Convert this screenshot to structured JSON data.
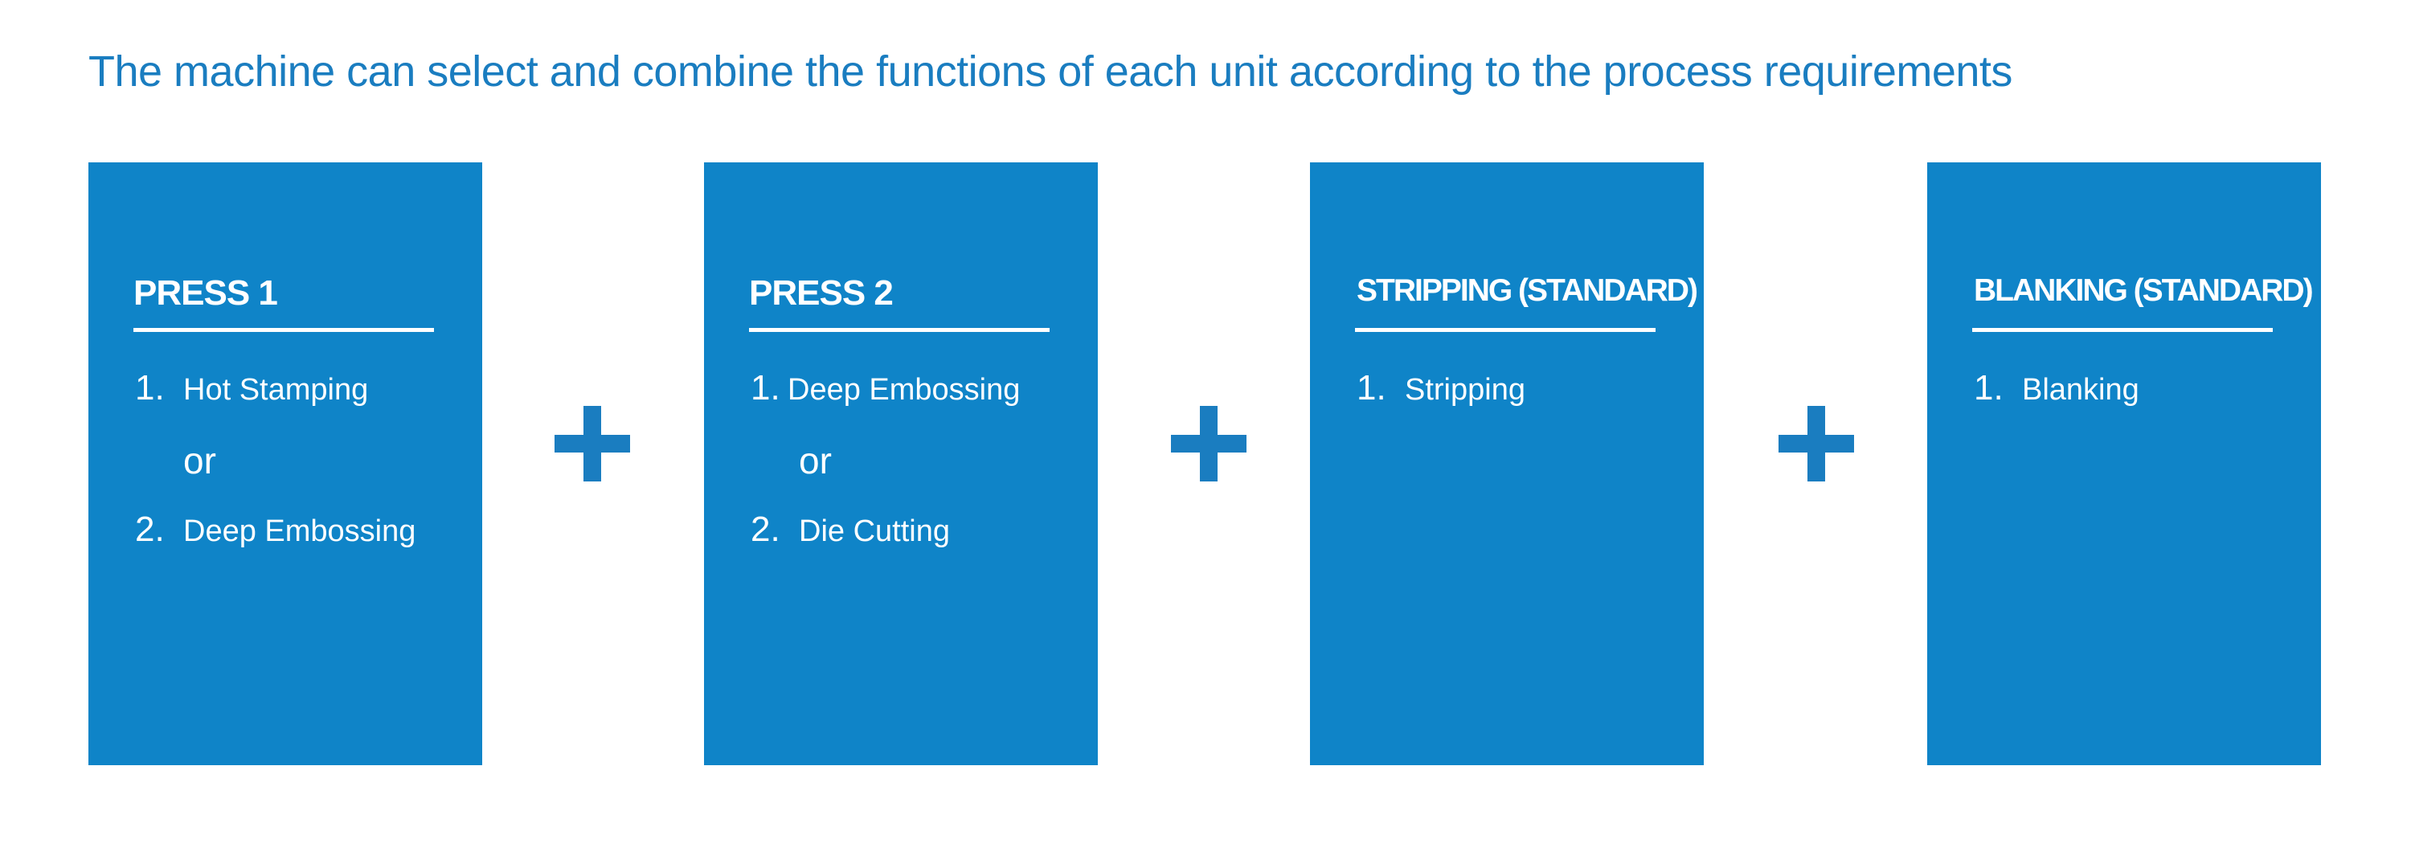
{
  "heading": "The machine can select and combine the functions of each unit according to the process requirements",
  "colors": {
    "accent": "#1a7dc0",
    "panel": "#0f84c8",
    "text_on_panel": "#ffffff"
  },
  "units": [
    {
      "title": "PRESS 1",
      "options": [
        {
          "number": "1.",
          "label": "Hot Stamping"
        },
        {
          "number": "2.",
          "label": "Deep Embossing"
        }
      ],
      "separator": "or"
    },
    {
      "title": "PRESS 2",
      "options": [
        {
          "number": "1.",
          "label": "Deep Embossing"
        },
        {
          "number": "2.",
          "label": "Die Cutting"
        }
      ],
      "separator": "or"
    },
    {
      "title": "STRIPPING (STANDARD)",
      "options": [
        {
          "number": "1.",
          "label": "Stripping"
        }
      ]
    },
    {
      "title": "BLANKING (STANDARD)",
      "options": [
        {
          "number": "1.",
          "label": "Blanking"
        }
      ]
    }
  ],
  "connector_icon": "plus-icon"
}
